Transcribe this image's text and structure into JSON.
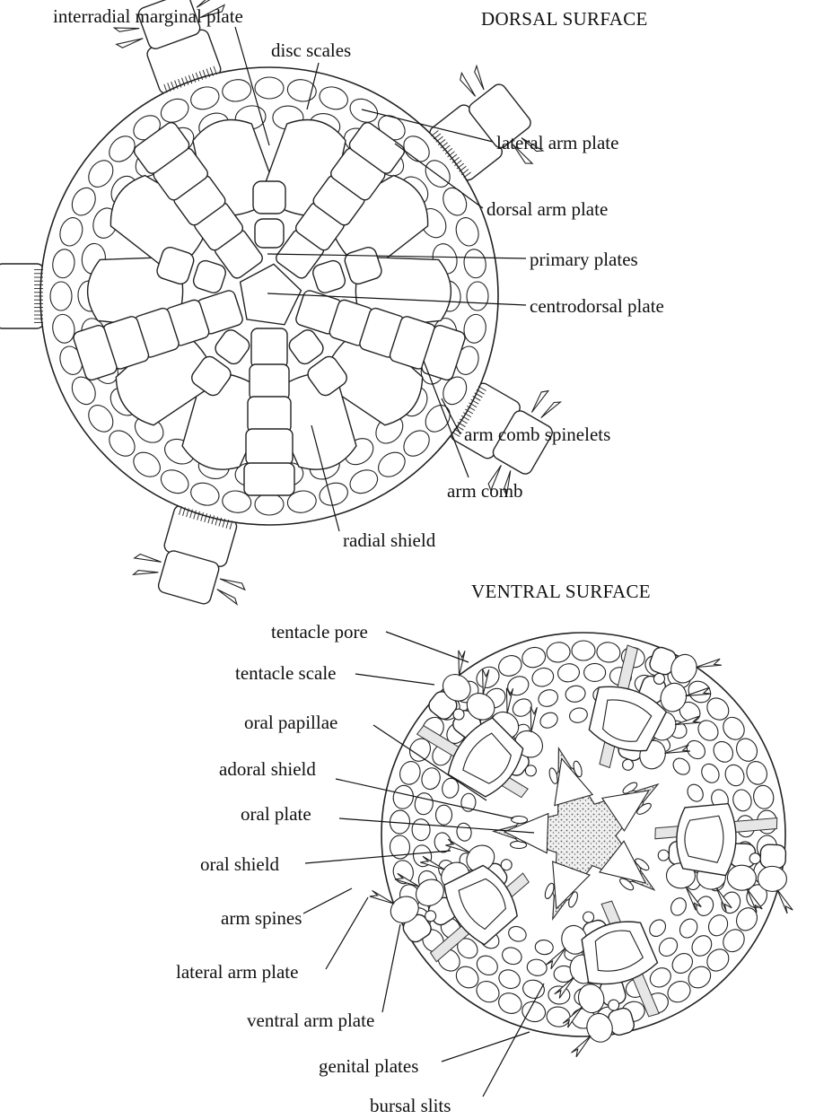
{
  "titles": {
    "dorsal": "DORSAL SURFACE",
    "ventral": "VENTRAL SURFACE"
  },
  "dorsal_labels": {
    "interradial_marginal_plate": "interradial marginal plate",
    "disc_scales": "disc scales",
    "lateral_arm_plate": "lateral arm plate",
    "dorsal_arm_plate": "dorsal arm plate",
    "primary_plates": "primary plates",
    "centrodorsal_plate": "centrodorsal plate",
    "arm_comb_spinelets": "arm comb spinelets",
    "arm_comb": "arm comb",
    "radial_shield": "radial shield"
  },
  "ventral_labels": {
    "tentacle_pore": "tentacle pore",
    "tentacle_scale": "tentacle scale",
    "oral_papillae": "oral papillae",
    "adoral_shield": "adoral shield",
    "oral_plate": "oral plate",
    "oral_shield": "oral shield",
    "arm_spines": "arm spines",
    "lateral_arm_plate": "lateral arm plate",
    "ventral_arm_plate": "ventral arm plate",
    "genital_plates": "genital plates",
    "bursal_slits": "bursal slits"
  }
}
